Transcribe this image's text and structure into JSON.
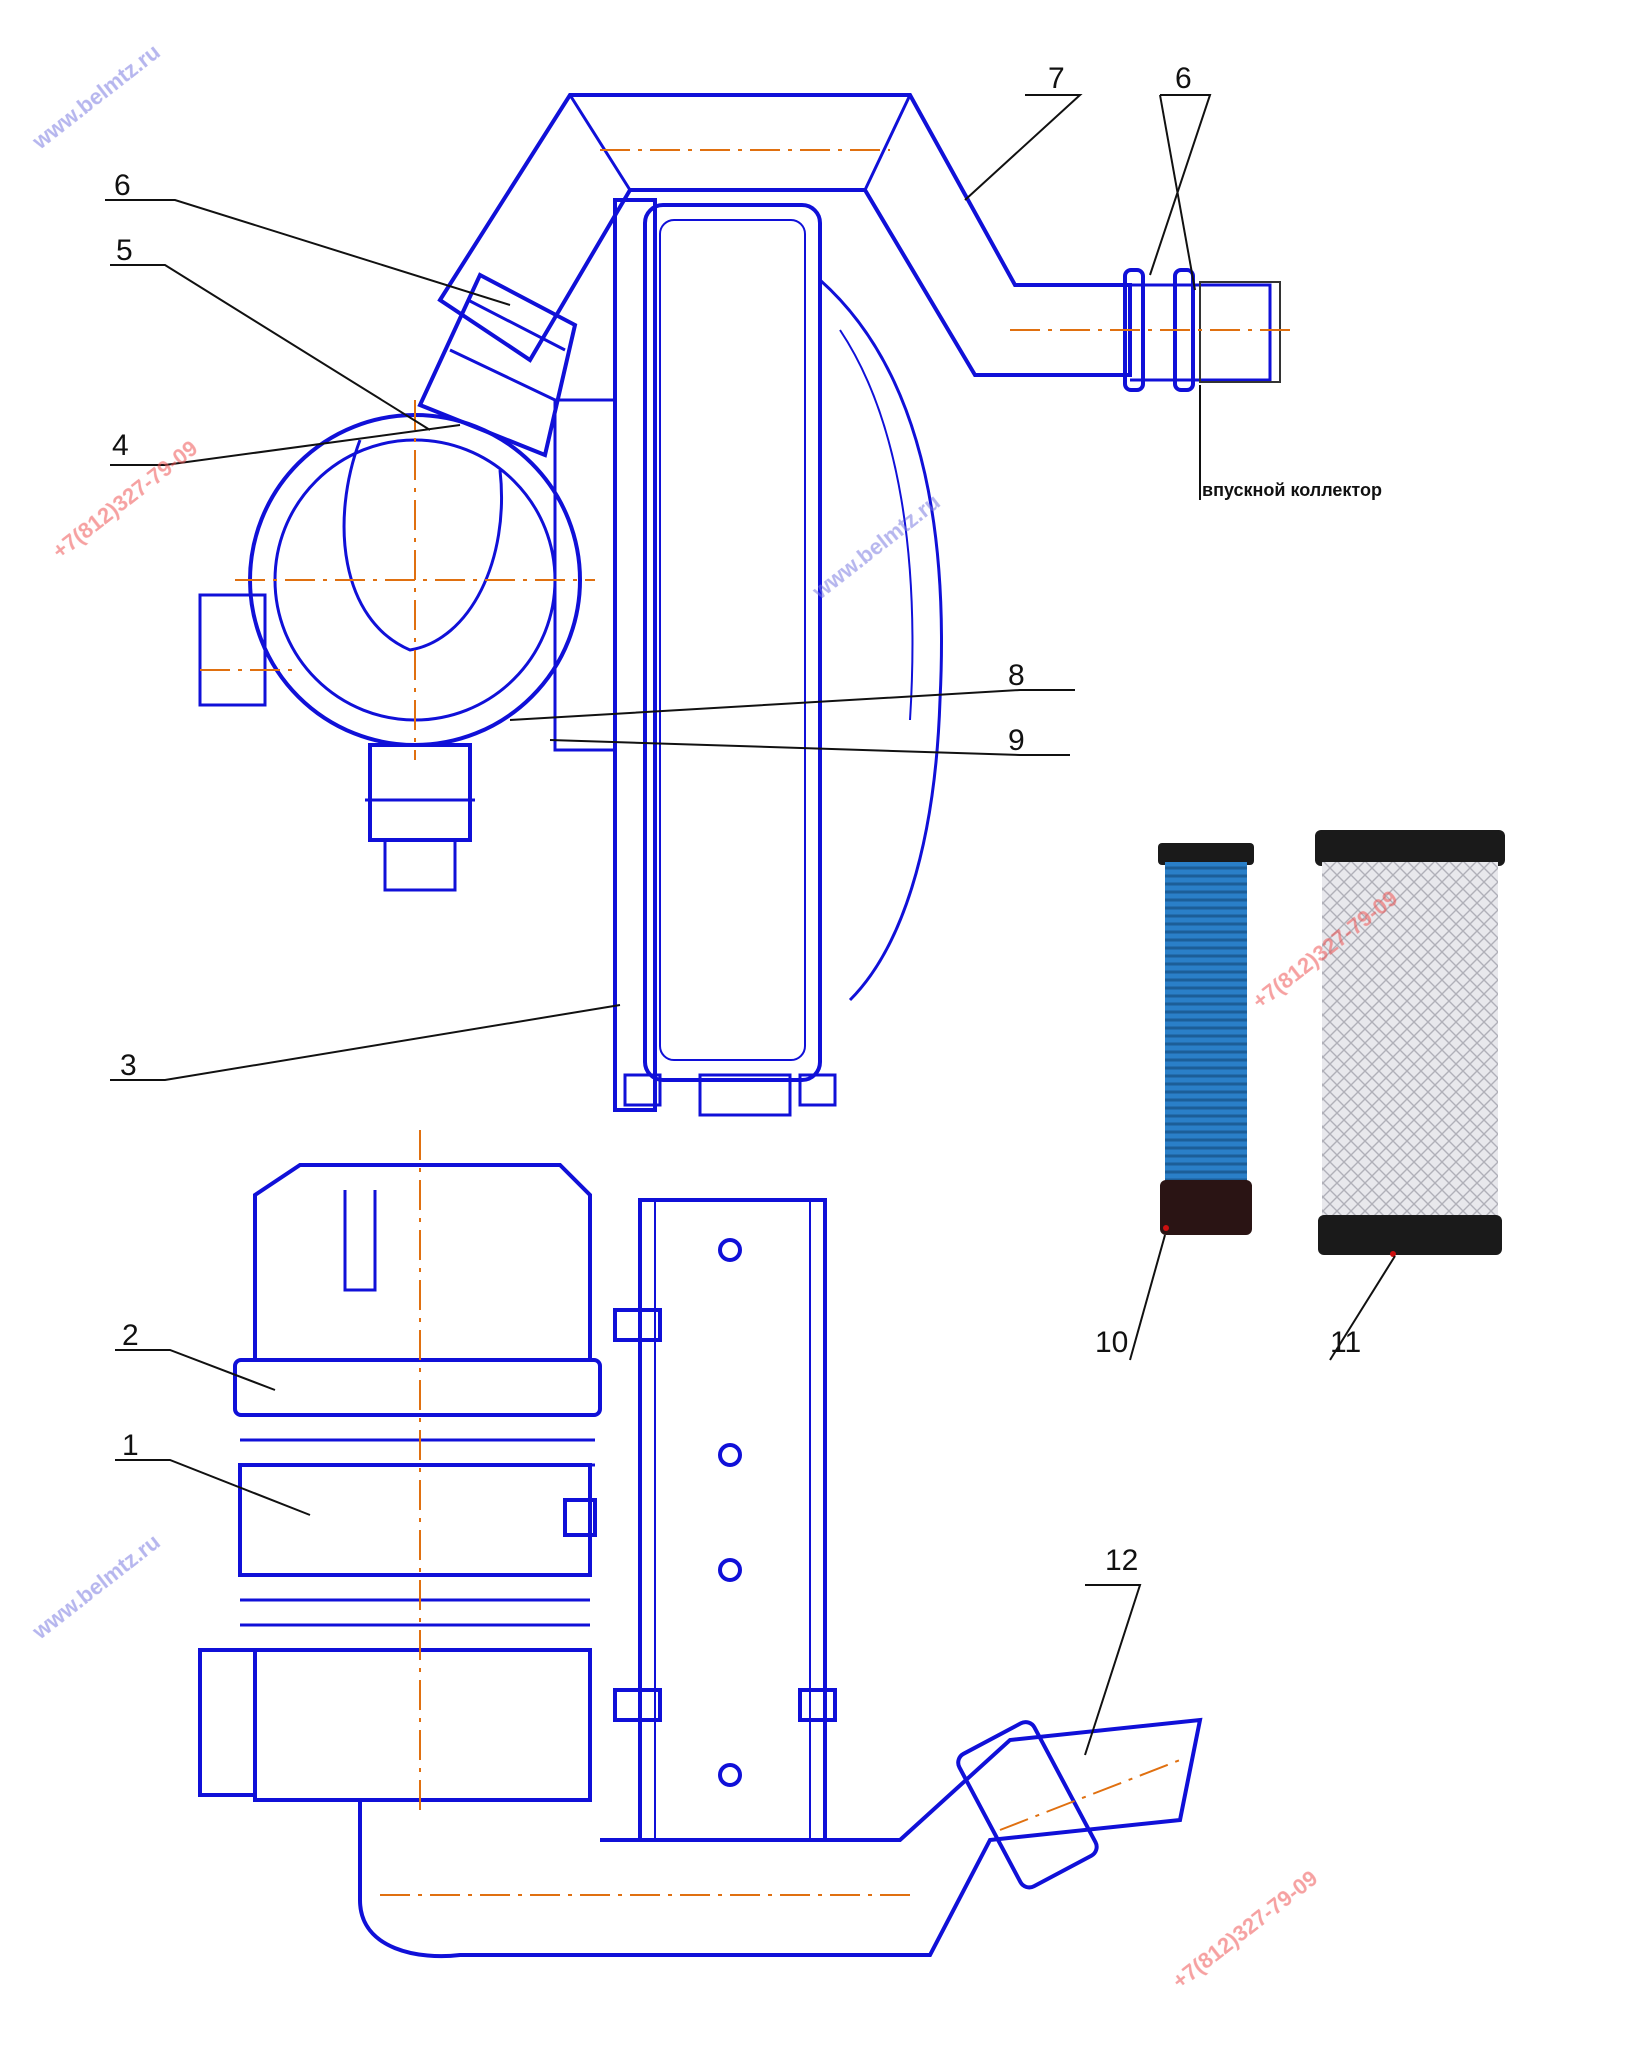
{
  "callouts": {
    "c1": "1",
    "c2": "2",
    "c3": "3",
    "c4": "4",
    "c5": "5",
    "c6a": "6",
    "c6b": "6",
    "c7": "7",
    "c8": "8",
    "c9": "9",
    "c10": "10",
    "c11": "11",
    "c12": "12"
  },
  "note_intake": "впускной коллектор",
  "watermarks": {
    "site": "www.belmtz.ru",
    "phone": "+7(812)327-79-09"
  },
  "colors": {
    "drawing": "#1010d8",
    "centerline": "#e07010",
    "leader": "#111111",
    "watermark_site": "#7a7ae0",
    "watermark_phone": "#ee5555",
    "filter_blue": "#2a7fc8",
    "filter_white": "#e8e8ec"
  }
}
